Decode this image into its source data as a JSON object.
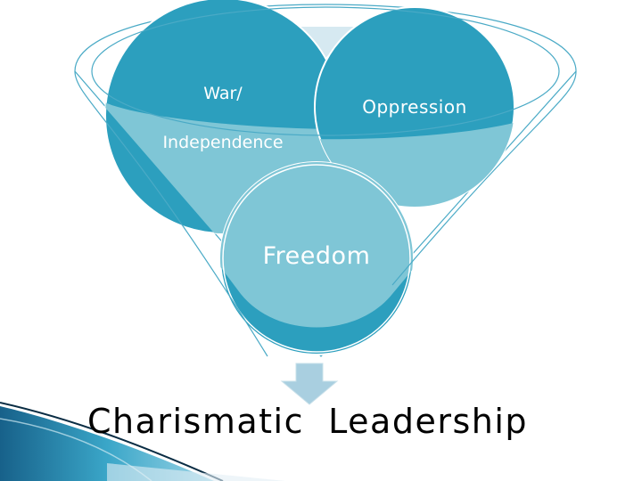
{
  "diagram": {
    "circles": [
      {
        "id": "war",
        "lines": [
          "War/",
          "Independence"
        ]
      },
      {
        "id": "oppression",
        "label": "Oppression"
      },
      {
        "id": "freedom",
        "label": "Freedom"
      }
    ],
    "arrow": "down-arrow",
    "result": "Charismatic  Leadership"
  },
  "colors": {
    "circle_dark": "#2c9fbe",
    "circle_light": "#7fc6d6",
    "funnel_stroke": "#4aaac6",
    "arrow_fill": "#a9cfe0",
    "corner_accent": "#1e6f97"
  }
}
